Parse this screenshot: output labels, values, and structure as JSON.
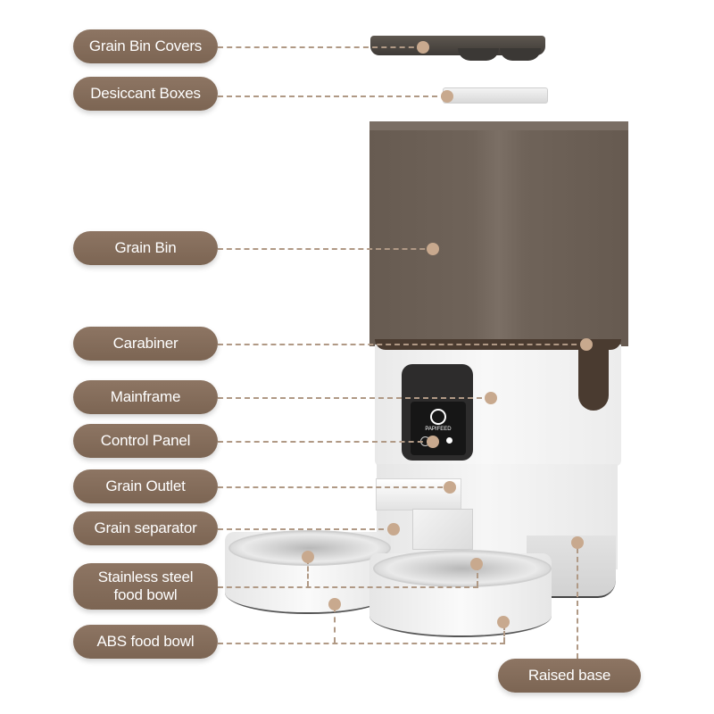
{
  "labels": {
    "grain_bin_covers": "Grain Bin Covers",
    "desiccant_boxes": "Desiccant Boxes",
    "grain_bin": "Grain Bin",
    "carabiner": "Carabiner",
    "mainframe": "Mainframe",
    "control_panel": "Control Panel",
    "grain_outlet": "Grain Outlet",
    "grain_separator": "Grain separator",
    "stainless_bowl_line1": "Stainless steel",
    "stainless_bowl_line2": "food bowl",
    "abs_food_bowl": "ABS food bowl",
    "raised_base": "Raised base"
  },
  "product": {
    "brand": "PAPIFEED"
  },
  "colors": {
    "pill": "#7f6857",
    "dot": "#c8a98e",
    "dash": "#b09985",
    "bin": "#6b5f55",
    "body": "#f1f1f1"
  }
}
